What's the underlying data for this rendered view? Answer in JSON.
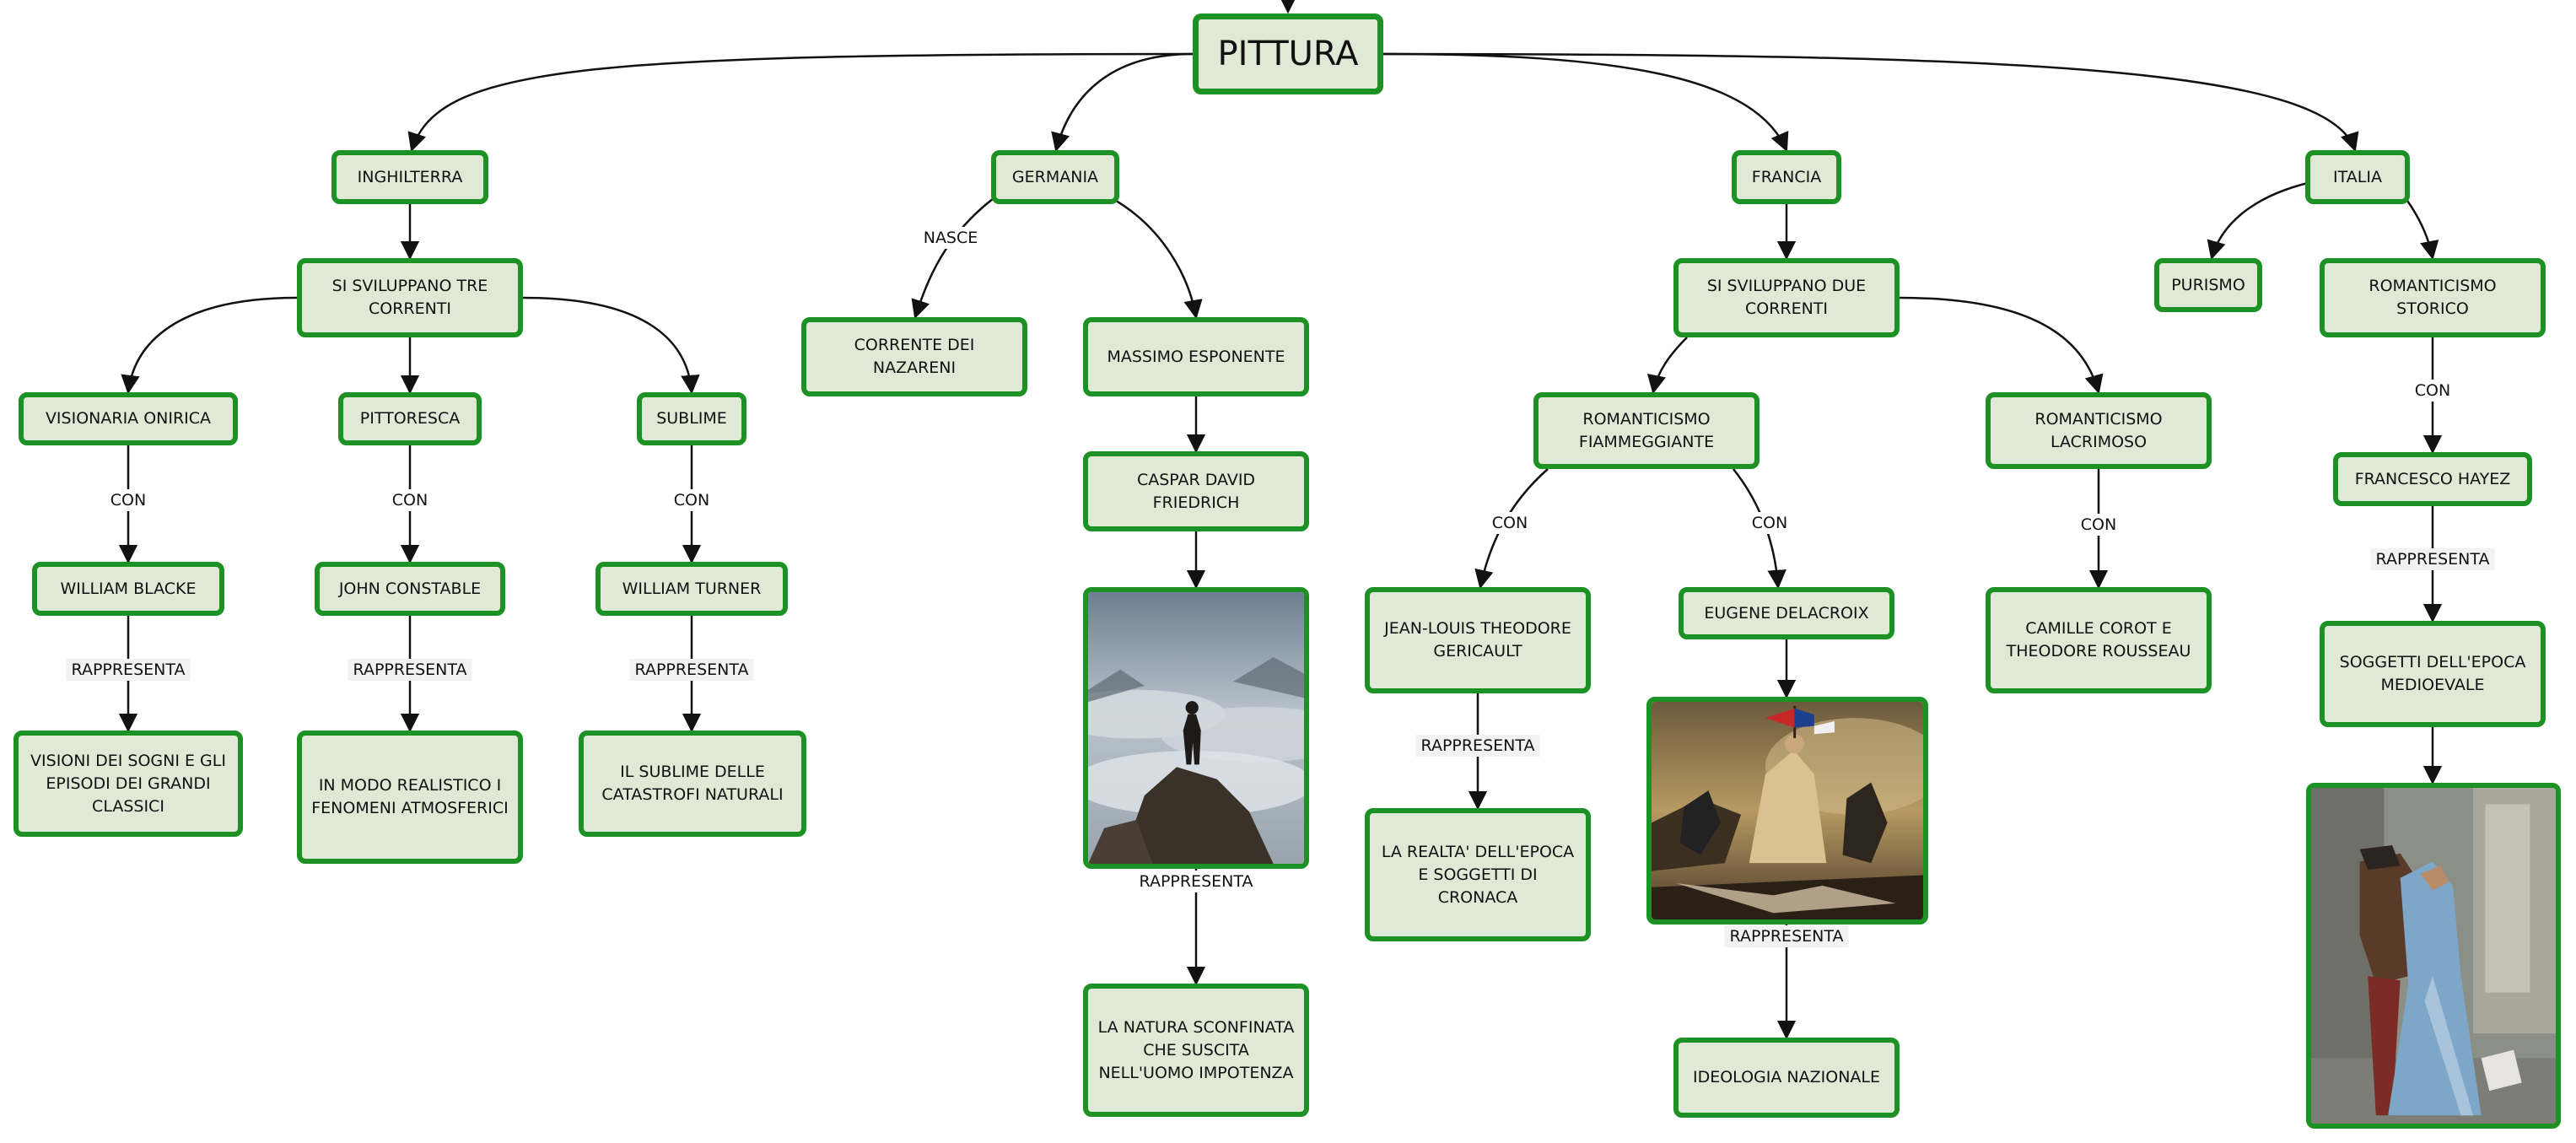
{
  "colors": {
    "node_fill": "#dfe9d5",
    "node_border": "#1e9124",
    "line": "#111111"
  },
  "nodes": {
    "pittura": "PITTURA",
    "inghilterra": "INGHILTERRA",
    "germania": "GERMANIA",
    "francia": "FRANCIA",
    "italia": "ITALIA",
    "tre_correnti": "SI SVILUPPANO TRE CORRENTI",
    "visionaria": "VISIONARIA ONIRICA",
    "pittoresca": "PITTORESCA",
    "sublime": "SUBLIME",
    "blacke": "WILLIAM BLACKE",
    "constable": "JOHN CONSTABLE",
    "turner": "WILLIAM TURNER",
    "visioni": "VISIONI DEI SOGNI E GLI EPISODI DEI GRANDI CLASSICI",
    "realistico": "IN MODO REALISTICO I FENOMENI ATMOSFERICI",
    "catastrofi": "IL SUBLIME DELLE CATASTROFI NATURALI",
    "nazareni": "CORRENTE DEI NAZARENI",
    "massimo": "MASSIMO ESPONENTE",
    "friedrich": "CASPAR DAVID FRIEDRICH",
    "natura": "LA NATURA SCONFINATA CHE SUSCITA NELL'UOMO IMPOTENZA",
    "due_correnti": "SI SVILUPPANO DUE CORRENTI",
    "fiammeggiante": "ROMANTICISMO FIAMMEGGIANTE",
    "lacrimoso": "ROMANTICISMO LACRIMOSO",
    "gericault": "JEAN-LOUIS THEODORE GERICAULT",
    "delacroix": "EUGENE DELACROIX",
    "corot": "CAMILLE COROT E THEODORE ROUSSEAU",
    "realta": "LA REALTA' DELL'EPOCA E SOGGETTI DI CRONACA",
    "ideologia": "IDEOLOGIA NAZIONALE",
    "purismo": "PURISMO",
    "storico": "ROMANTICISMO STORICO",
    "hayez": "FRANCESCO HAYEZ",
    "medioevale": "SOGGETTI DELL'EPOCA MEDIOEVALE"
  },
  "labels": {
    "nasce": "NASCE",
    "con": "CON",
    "rappresenta": "RAPPRESENTA"
  }
}
